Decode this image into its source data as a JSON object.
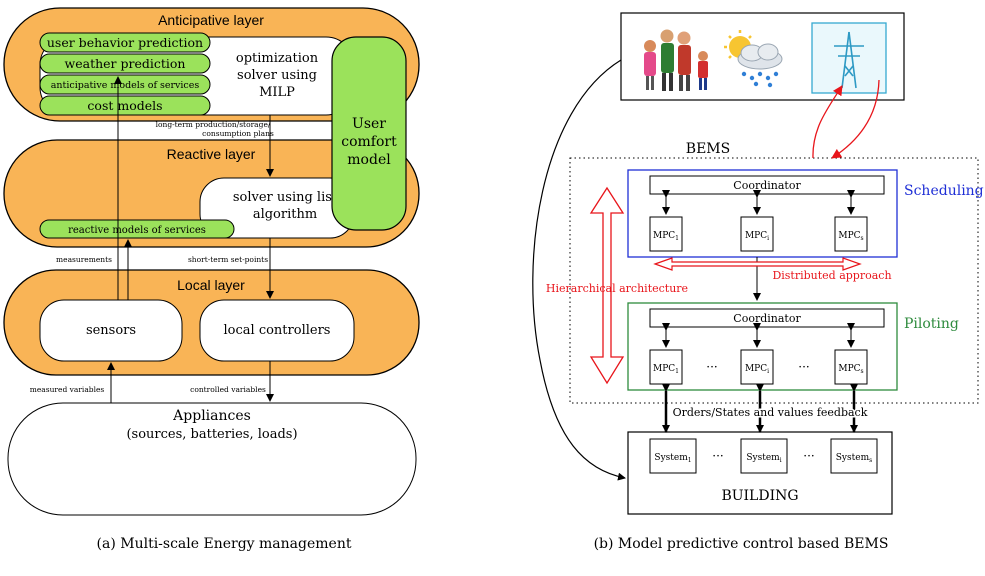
{
  "left_diagram": {
    "anticipative_layer": {
      "title": "Anticipative layer",
      "models": [
        "user behavior prediction",
        "weather prediction",
        "anticipative models of services",
        "cost models"
      ],
      "solver": [
        "optimization",
        "solver using",
        "MILP"
      ]
    },
    "user_comfort_model": [
      "User",
      "comfort",
      "model"
    ],
    "plans_label": [
      "long-term production/storage/",
      "consumption plans"
    ],
    "reactive_layer": {
      "title": "Reactive layer",
      "solver": [
        "solver using list",
        "algorithm"
      ],
      "models": "reactive models of services"
    },
    "measurements_label": "measurements",
    "setpoints_label": "short-term set-points",
    "local_layer": {
      "title": "Local layer",
      "sensors": "sensors",
      "controllers": "local controllers"
    },
    "measured_variables_label": "measured variables",
    "controlled_variables_label": "controlled variables",
    "appliances": [
      "Appliances",
      "(sources, batteries, loads)"
    ],
    "caption": "(a)  Multi-scale Energy management"
  },
  "right_diagram": {
    "bems_label": "BEMS",
    "scheduling": {
      "label": "Scheduling",
      "coordinator": "Coordinator",
      "mpcs": [
        {
          "base": "MPC",
          "sub": "1"
        },
        {
          "base": "MPC",
          "sub": "i"
        },
        {
          "base": "MPC",
          "sub": "s"
        }
      ]
    },
    "piloting": {
      "label": "Piloting",
      "coordinator": "Coordinator",
      "mpcs": [
        {
          "base": "MPC",
          "sub": "1"
        },
        {
          "base": "MPC",
          "sub": "i"
        },
        {
          "base": "MPC",
          "sub": "s"
        }
      ],
      "ellipsis": "···"
    },
    "hierarchical_label": "Hierarchical architecture",
    "distributed_label": "Distributed approach",
    "feedback_label": "Orders/States and values feedback",
    "building": {
      "label": "BUILDING",
      "systems": [
        {
          "base": "System",
          "sub": "1"
        },
        {
          "base": "System",
          "sub": "i"
        },
        {
          "base": "System",
          "sub": "s"
        }
      ],
      "ellipsis": "···"
    },
    "caption": "(b)  Model predictive control based BEMS",
    "colors": {
      "scheduling": "#1f2fd6",
      "piloting": "#2e8b3d",
      "red": "#e8151b",
      "layer_orange": "#f9b456",
      "model_green": "#9be25b"
    }
  }
}
